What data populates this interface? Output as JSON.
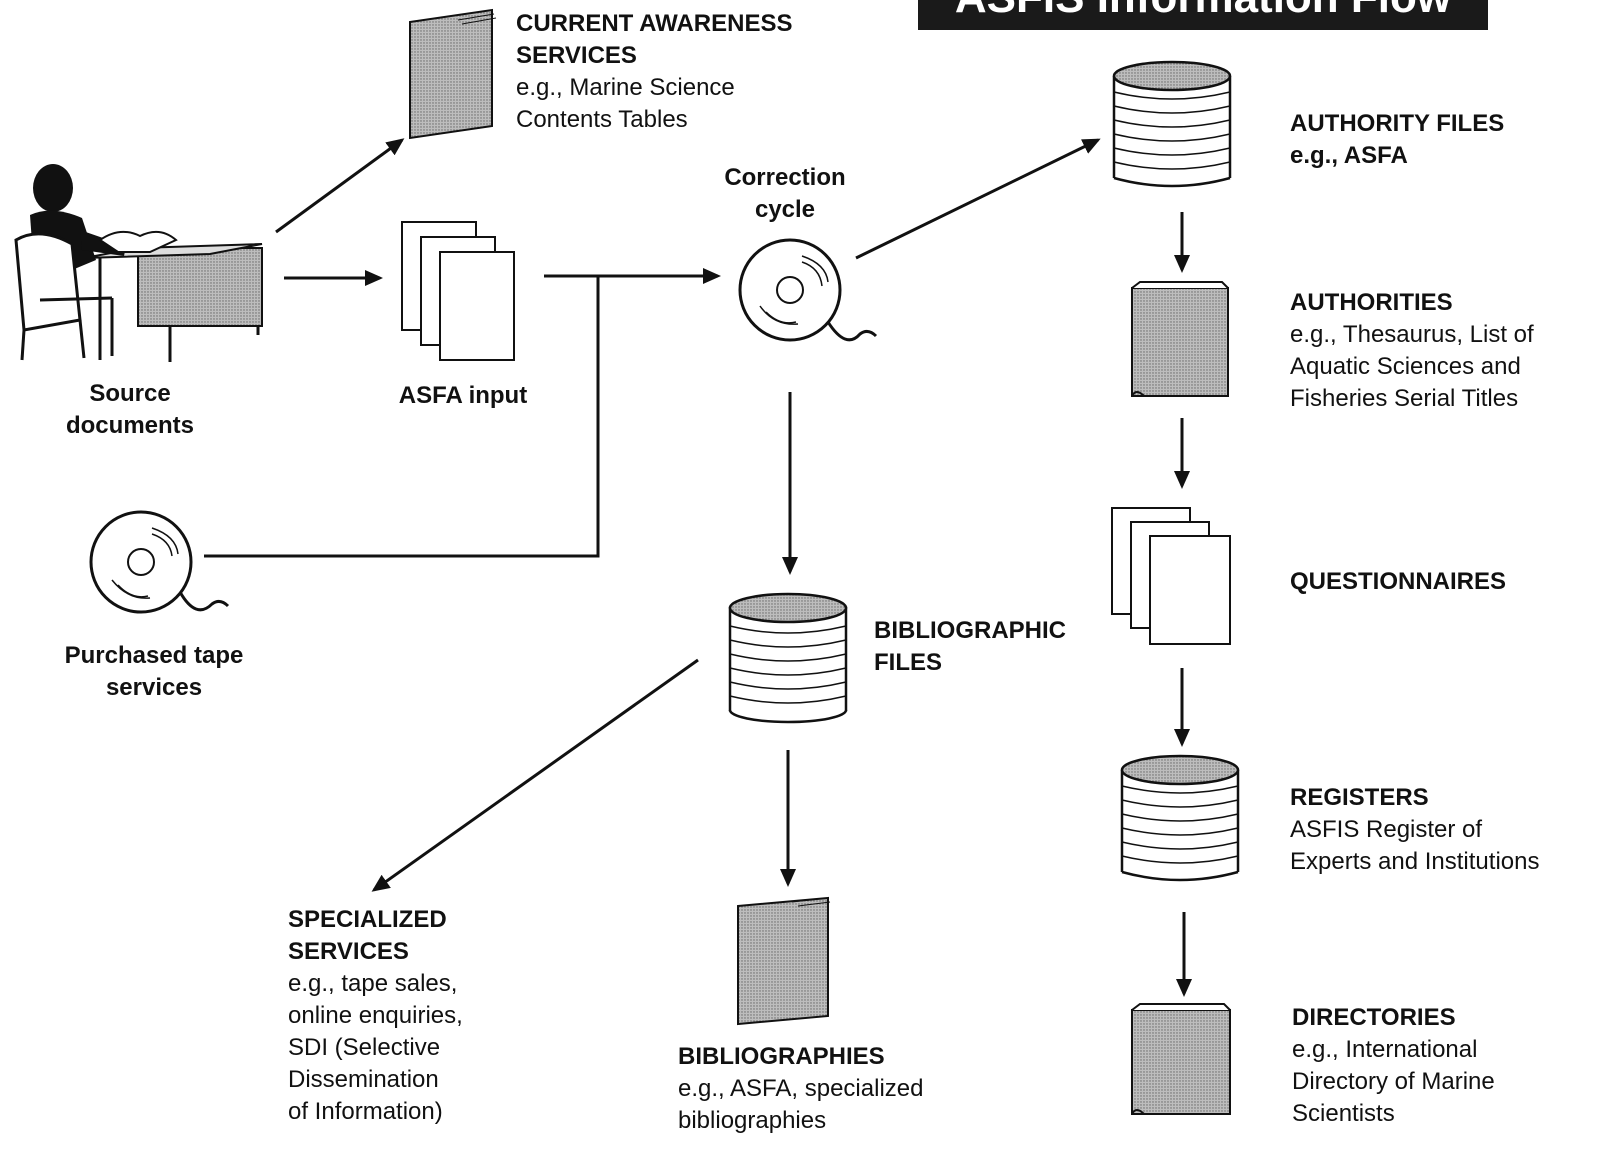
{
  "title": "ASFIS Information Flow",
  "nodes": {
    "source": {
      "label_1": "Source",
      "label_2": "documents"
    },
    "input": {
      "label": "ASFA input"
    },
    "tape": {
      "label_1": "Purchased tape",
      "label_2": "services"
    },
    "current": {
      "head_1": "CURRENT AWARENESS",
      "head_2": "SERVICES",
      "desc_1": "e.g., Marine Science",
      "desc_2": "Contents Tables"
    },
    "correction": {
      "label_1": "Correction",
      "label_2": "cycle"
    },
    "biblio_files": {
      "head_1": "BIBLIOGRAPHIC",
      "head_2": "FILES"
    },
    "specialized": {
      "head_1": "SPECIALIZED",
      "head_2": "SERVICES",
      "desc_1": "e.g., tape sales,",
      "desc_2": "online enquiries,",
      "desc_3": "SDI (Selective",
      "desc_4": "Dissemination",
      "desc_5": "of Information)"
    },
    "bibliographies": {
      "head": "BIBLIOGRAPHIES",
      "desc_1": "e.g., ASFA, specialized",
      "desc_2": "bibliographies"
    },
    "authority_files": {
      "head": "AUTHORITY FILES",
      "desc": "e.g., ASFA"
    },
    "authorities": {
      "head": "AUTHORITIES",
      "desc_1": "e.g., Thesaurus, List of",
      "desc_2": "Aquatic Sciences and",
      "desc_3": "Fisheries Serial Titles"
    },
    "questionnaires": {
      "head": "QUESTIONNAIRES"
    },
    "registers": {
      "head": "REGISTERS",
      "desc_1": "ASFIS Register of",
      "desc_2": "Experts and Institutions"
    },
    "directories": {
      "head": "DIRECTORIES",
      "desc_1": "e.g., International",
      "desc_2": "Directory of Marine",
      "desc_3": "Scientists"
    }
  }
}
